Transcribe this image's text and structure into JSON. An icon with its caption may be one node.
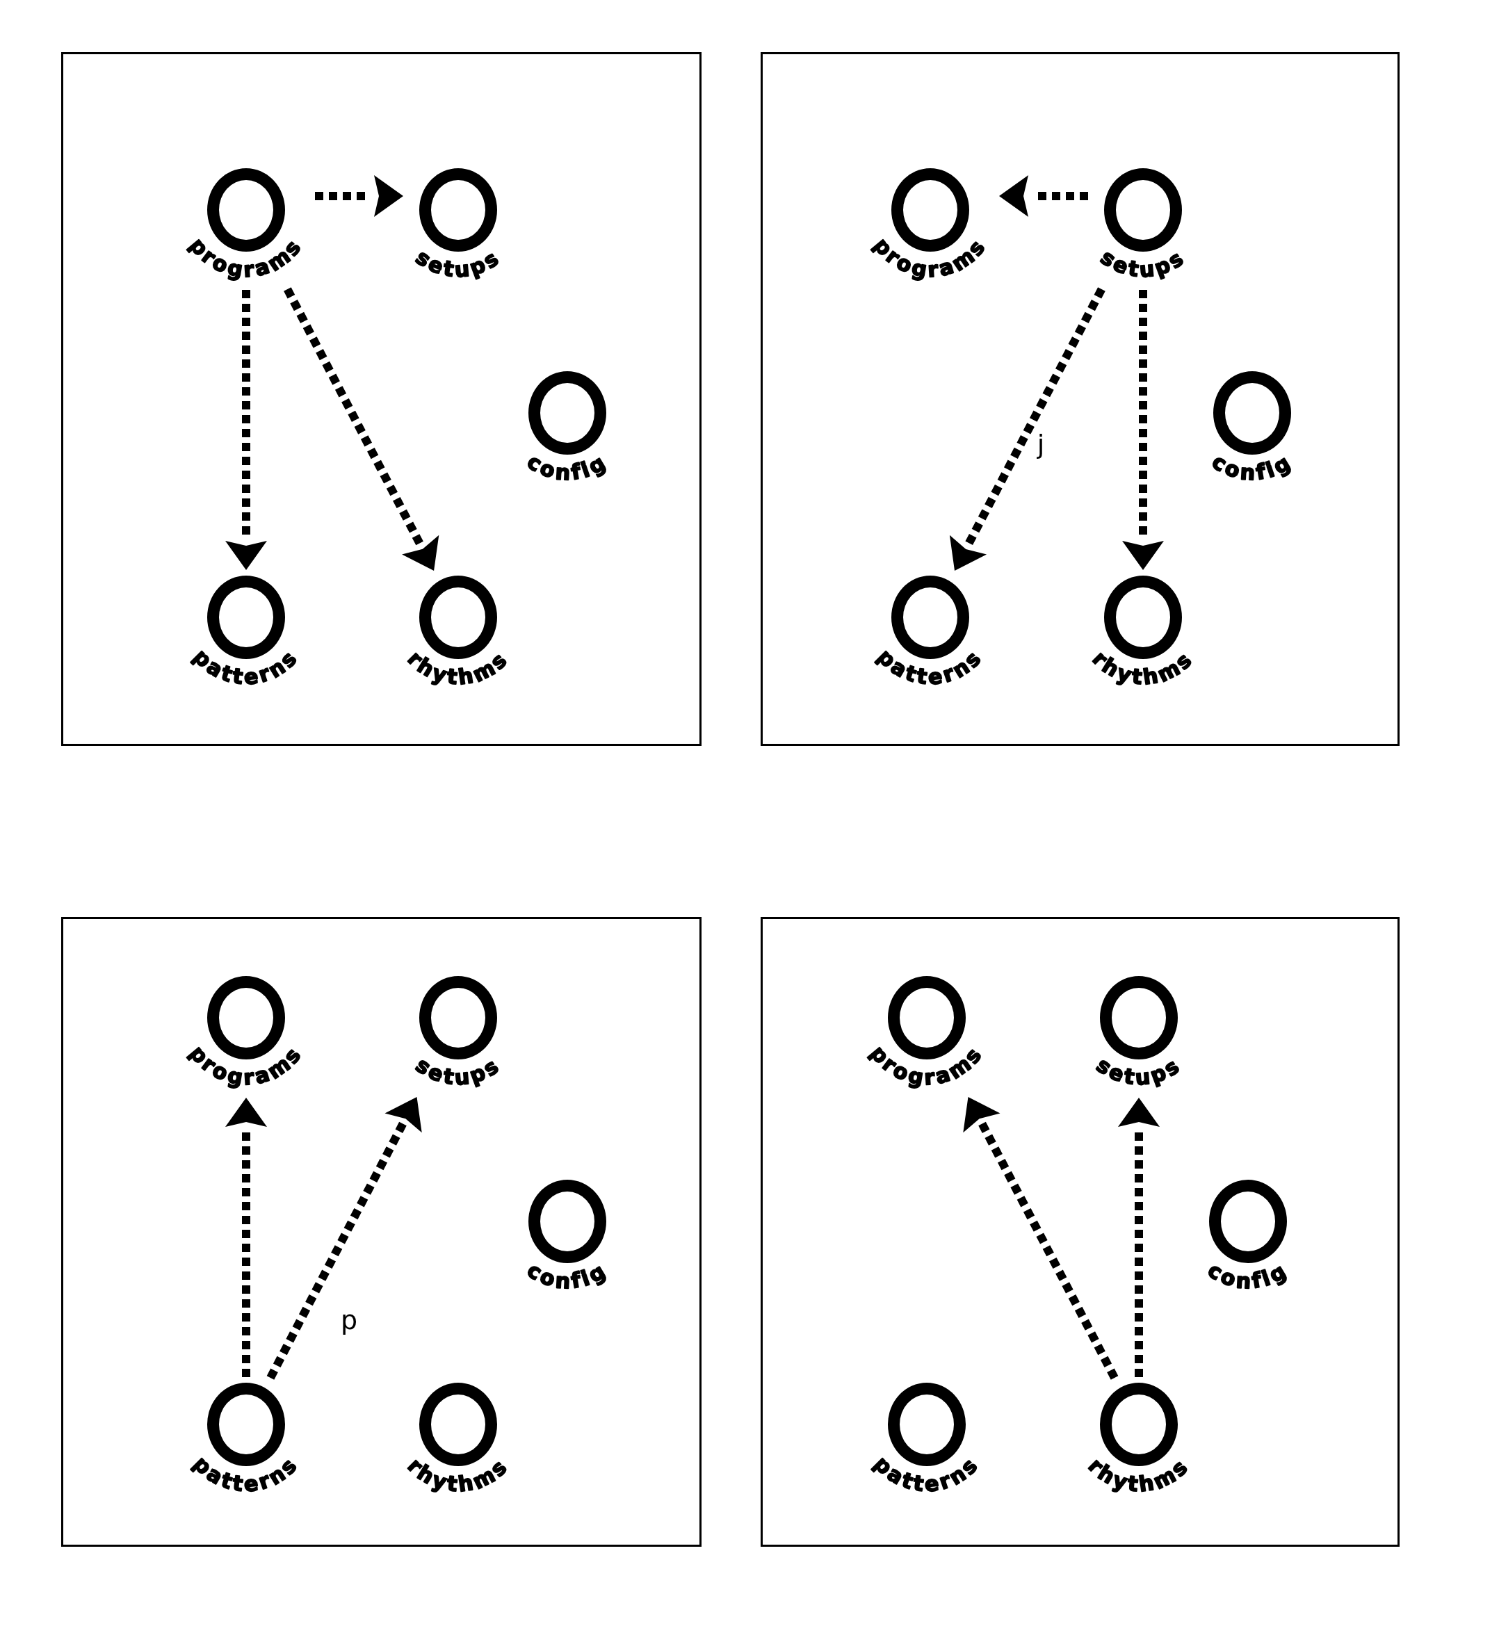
{
  "diagram": {
    "nodes": [
      {
        "text": [],
        "shape": "box"
      },
      {
        "text": [
          "programs"
        ],
        "in": 0
      },
      {
        "text": [
          "setups"
        ],
        "in": 0
      },
      {
        "text": [
          "config"
        ],
        "in": 0
      },
      {
        "text": [
          "patterns"
        ],
        "in": 0
      },
      {
        "text": [
          "rhythms"
        ],
        "in": 0
      },
      {
        "text": [],
        "shape": "box"
      },
      {
        "text": [
          "programs"
        ],
        "in": 6
      },
      {
        "text": [
          "setups"
        ],
        "in": 6
      },
      {
        "text": [
          "config"
        ],
        "in": 6
      },
      {
        "text": [
          "patterns"
        ],
        "in": 6
      },
      {
        "text": [
          "rhythms"
        ],
        "in": 6
      },
      {
        "text": [],
        "shape": "box"
      },
      {
        "text": [
          "programs"
        ],
        "in": 12
      },
      {
        "text": [
          "setups"
        ],
        "in": 12
      },
      {
        "text": [
          "config"
        ],
        "in": 12
      },
      {
        "text": [
          "patterns"
        ],
        "in": 12
      },
      {
        "text": [
          "rhythms"
        ],
        "in": 12
      },
      {
        "text": [],
        "shape": "box"
      },
      {
        "text": [
          "programs"
        ],
        "in": 18
      },
      {
        "text": [
          "setups"
        ],
        "in": 18
      },
      {
        "text": [
          "config"
        ],
        "in": 18
      },
      {
        "text": [
          "patterns"
        ],
        "in": 18
      },
      {
        "text": [
          "rhythms"
        ],
        "in": 18
      }
    ],
    "edges": [
      {
        "from": 1,
        "to": 2,
        "arrow": "to",
        "style": "dashed"
      },
      {
        "from": 1,
        "to": 4,
        "arrow": "to",
        "style": "dashed"
      },
      {
        "from": 1,
        "to": 5,
        "arrow": "to",
        "style": "dashed"
      },
      {
        "from": 8,
        "to": 7,
        "arrow": "to",
        "style": "dashed"
      },
      {
        "from": 8,
        "to": 10,
        "arrow": "to",
        "style": "dashed",
        "label": "j"
      },
      {
        "from": 8,
        "to": 11,
        "arrow": "to",
        "style": "dashed"
      },
      {
        "from": 16,
        "to": 13,
        "arrow": "to",
        "style": "dashed"
      },
      {
        "from": 16,
        "to": 14,
        "arrow": "to",
        "style": "dashed",
        "label": "p"
      },
      {
        "from": 23,
        "to": 19,
        "arrow": "to",
        "style": "dashed"
      },
      {
        "from": 23,
        "to": 20,
        "arrow": "to",
        "style": "dashed"
      }
    ]
  }
}
